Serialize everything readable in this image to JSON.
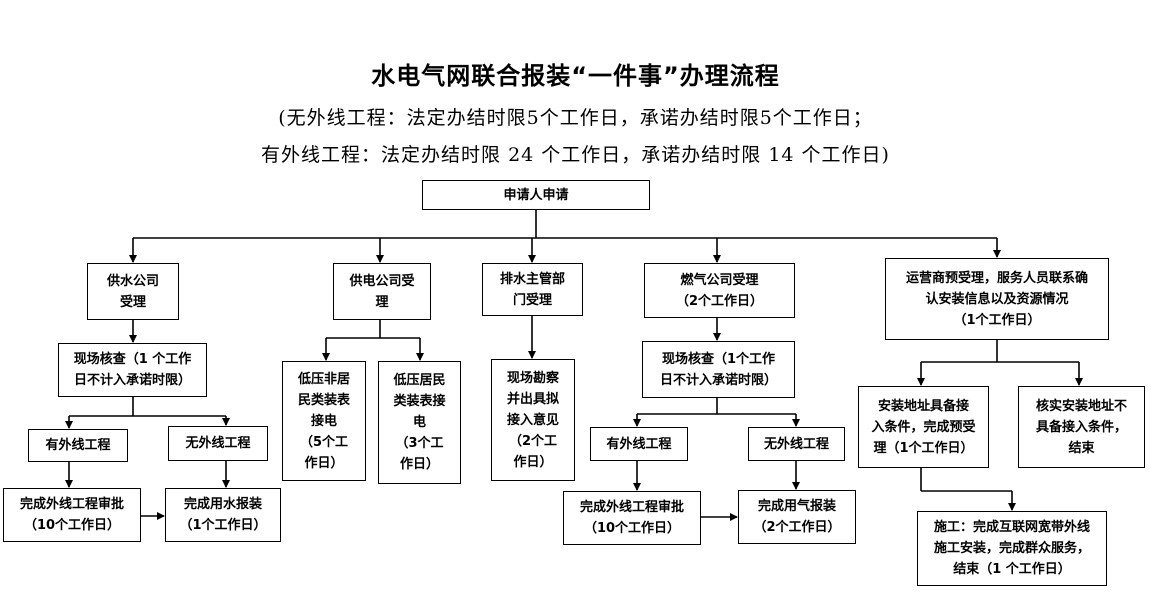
{
  "title": "水电气网联合报装“一件事”办理流程",
  "subtitle_line1": "(无外线工程：法定办结时限5个工作日，承诺办结时限5个工作日；",
  "subtitle_line2": "有外线工程：法定办结时限 24 个工作日，承诺办结时限 14 个工作日)",
  "nodes": {
    "applicant": "申请人申请",
    "water_accept": "供水公司\n受理",
    "water_inspect": "现场核查（1 个工作\n日不计入承诺时限）",
    "water_with_ext": "有外线工程",
    "water_no_ext": "无外线工程",
    "water_ext_approval": "完成外线工程审批\n（10个工作日）",
    "water_install": "完成用水报装\n（1个工作日）",
    "power_accept": "供电公司受\n理",
    "power_low_nonres": "低压非居\n民类装表\n接电\n（5个工\n作日）",
    "power_low_res": "低压居民\n类装表接\n电\n（3个工\n作日）",
    "drain_accept": "排水主管部\n门受理",
    "drain_survey": "现场勘察\n并出具拟\n接入意见\n（2个工\n作日）",
    "gas_accept": "燃气公司受理\n（2个工作日）",
    "gas_inspect": "现场核查（1个工作\n日不计入承诺时限）",
    "gas_with_ext": "有外线工程",
    "gas_no_ext": "无外线工程",
    "gas_ext_approval": "完成外线工程审批\n（10个工作日）",
    "gas_install": "完成用气报装\n（2个工作日）",
    "isp_pre_accept": "运营商预受理，服务人员联系确\n认安装信息以及资源情况\n（1个工作日）",
    "isp_ready": "安装地址具备接\n入条件，完成预受\n理（1个工作日）",
    "isp_not_ready": "核实安装地址不\n具备接入条件，\n结束",
    "isp_construct": "施工：完成互联网宽带外线\n施工安装，完成群众服务，\n结束（1 个工作日）"
  }
}
